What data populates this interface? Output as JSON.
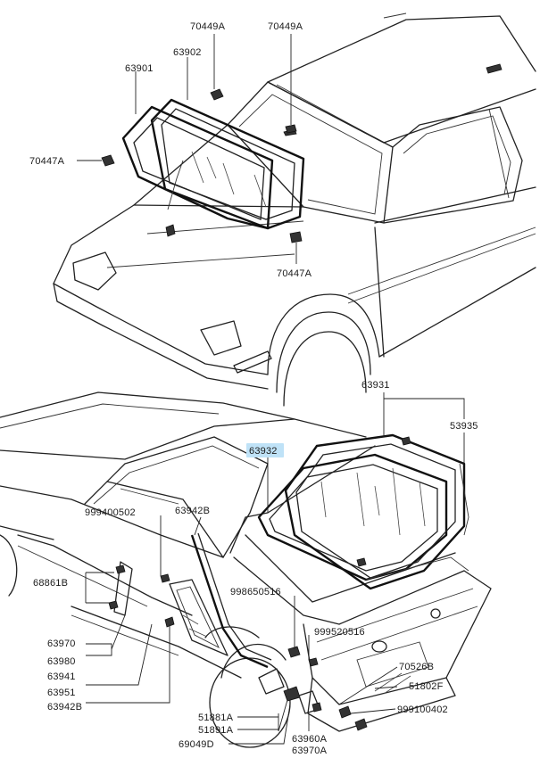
{
  "callouts": {
    "c70449A_left": "70449A",
    "c70449A_right": "70449A",
    "c63902": "63902",
    "c63901": "63901",
    "c70447A_left": "70447A",
    "c70447A_right": "70447A",
    "c63931": "63931",
    "c53935": "53935",
    "c63932": "63932",
    "c999400502": "999400502",
    "c63942B_top": "63942B",
    "c68861B": "68861B",
    "c998650516": "998650516",
    "c999520516": "999520516",
    "c63970": "63970",
    "c63980": "63980",
    "c63941": "63941",
    "c70526B": "70526B",
    "c63951": "63951",
    "c51802F": "51802F",
    "c63942B_bottom": "63942B",
    "c999100402": "999100402",
    "c51881A": "51881A",
    "c51891A": "51891A",
    "c69049D": "69049D",
    "c63960A": "63960A",
    "c63970A": "63970A"
  },
  "colors": {
    "highlight": "#bfe2f7",
    "line": "#222222"
  }
}
